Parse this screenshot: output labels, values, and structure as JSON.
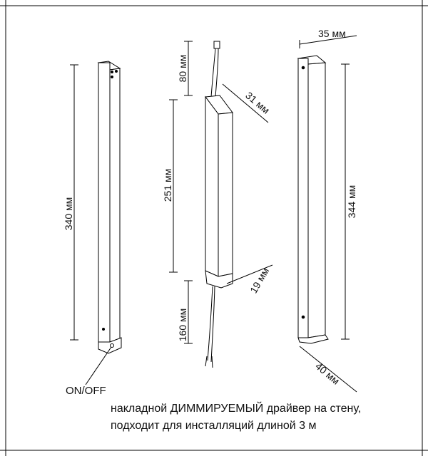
{
  "dimensions": {
    "left_bracket_height": "340 мм",
    "driver_cable_top": "80 мм",
    "driver_width": "31 мм",
    "driver_length": "251 мм",
    "driver_depth": "19 мм",
    "driver_cable_bottom": "160 мм",
    "right_bracket_width": "35 мм",
    "right_bracket_height": "344 мм",
    "right_bracket_depth": "40 мм"
  },
  "switch_label": "ON/OFF",
  "caption": {
    "line1": "накладной ДИММИРУЕМЫЙ драйвер на стену,",
    "line2": "подходит для инсталляций длиной 3 м"
  }
}
